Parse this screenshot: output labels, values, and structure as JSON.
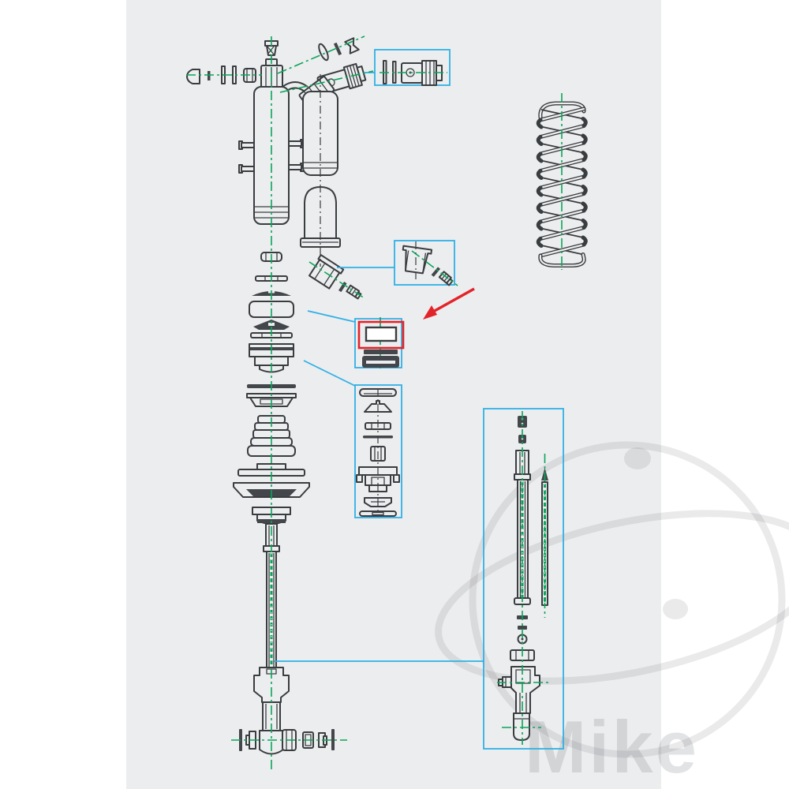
{
  "screenshot": {
    "type": "exploded-parts-diagram",
    "subject": "rear shock absorber"
  },
  "watermark": {
    "text": "Mike"
  },
  "highlight": {
    "style": "red-box-with-arrow"
  },
  "colors": {
    "background": "#ffffff",
    "panel": "#ecedee",
    "line": "#3a3d40",
    "dark_fill": "#43464a",
    "centerline_green": "#0aa55a",
    "callout_blue": "#2fb0e6",
    "highlight_red": "#e3232a",
    "watermark_line": "#5a5f6421",
    "watermark_text": "#5a5f642d"
  }
}
